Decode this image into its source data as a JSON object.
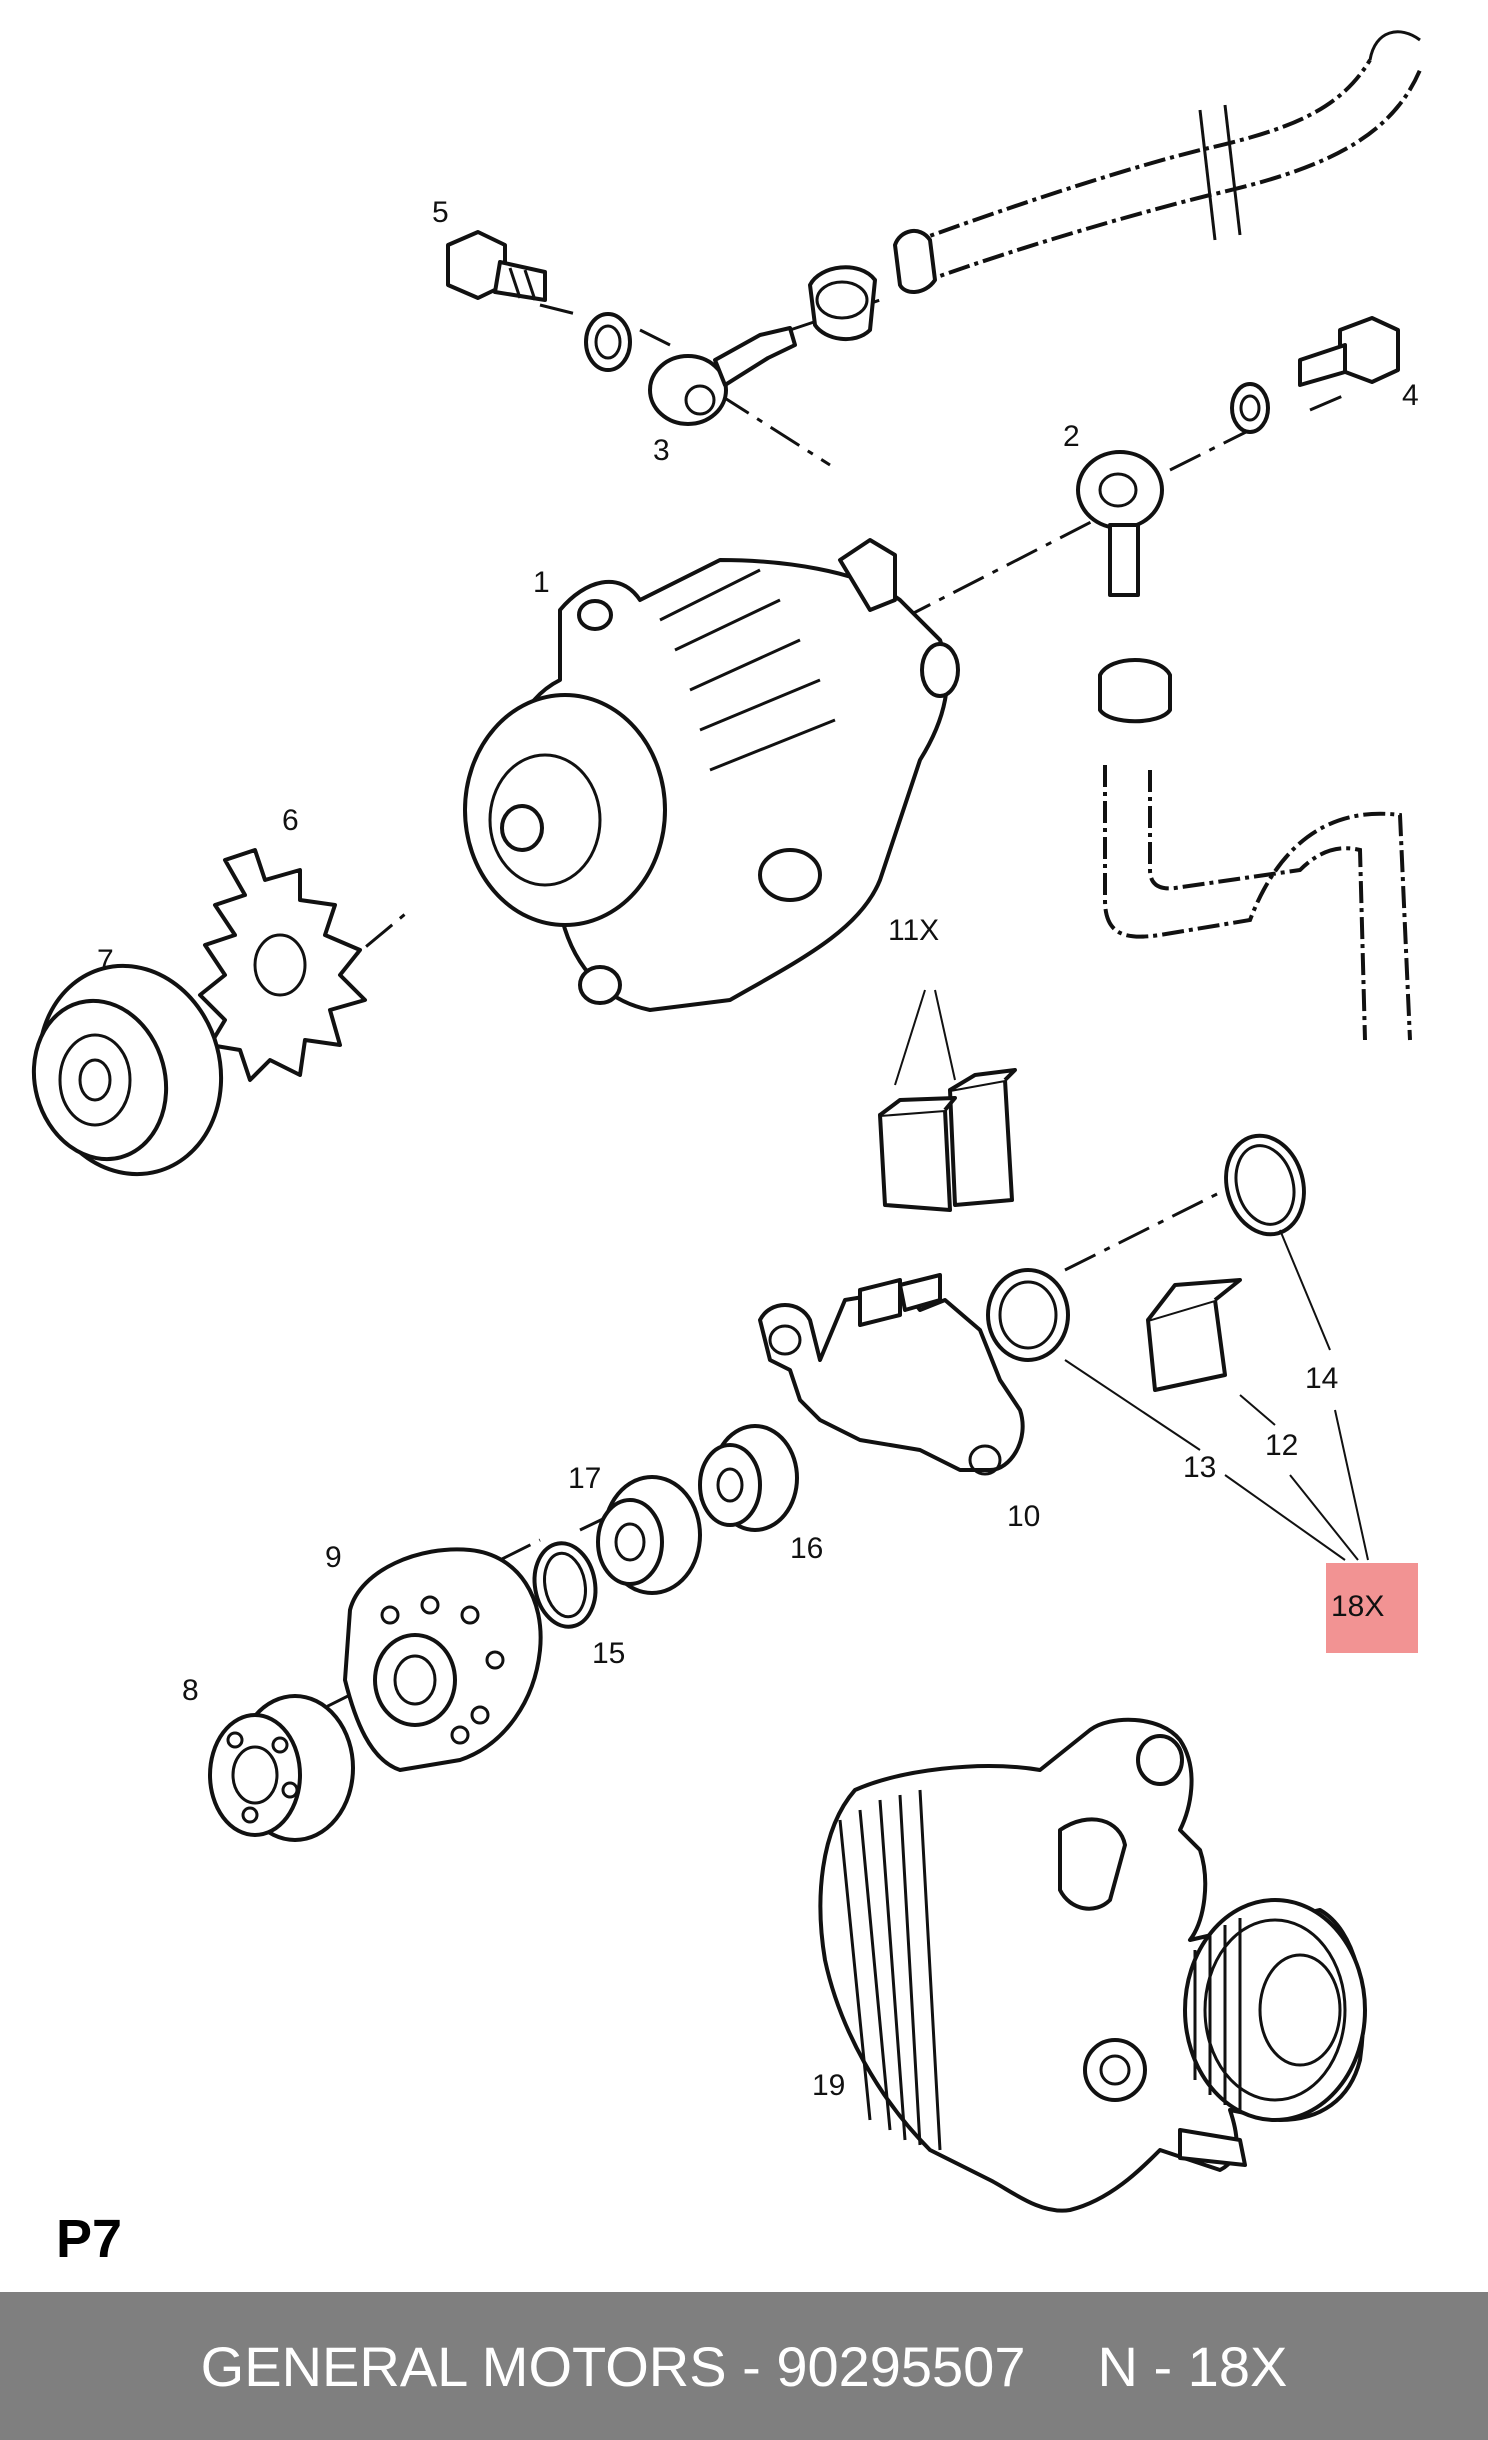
{
  "diagram": {
    "callouts": [
      "1",
      "2",
      "3",
      "4",
      "5",
      "6",
      "7",
      "8",
      "9",
      "10",
      "11X",
      "12",
      "13",
      "14",
      "15",
      "16",
      "17",
      "18X",
      "19"
    ],
    "highlight_label": "18X",
    "highlight_color": "#f08080"
  },
  "page_label": "P7",
  "footer": {
    "brand_part": "GENERAL MOTORS - 90295507",
    "note": "N - 18X",
    "background": "#7f7f7f"
  }
}
